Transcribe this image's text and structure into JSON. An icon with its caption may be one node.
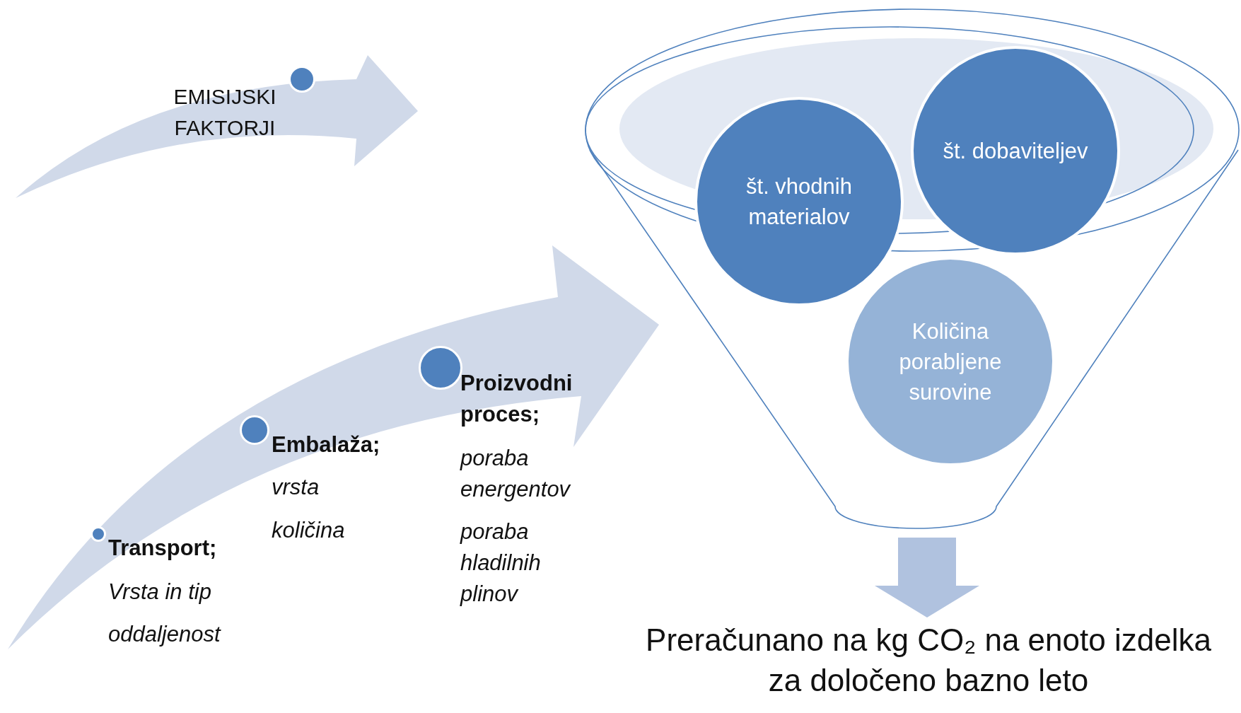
{
  "diagram": {
    "nodes": [
      {
        "text": [
          "EMISIJSKI FAKTORJI"
        ]
      },
      {
        "text": [],
        "shape": "arrow"
      },
      {
        "text": [],
        "shape": "funnel"
      },
      {
        "text": [
          "št. vhodnih materialov"
        ],
        "in": 2
      },
      {
        "text": [
          "št. dobaviteljev"
        ],
        "in": 2
      },
      {
        "text": [
          "Količina porabljene surovine"
        ],
        "in": 2
      },
      {
        "text": [
          "Preračunano na kg CO₂ na enoto izdelka za določeno bazno leto"
        ]
      }
    ],
    "edges": [
      {
        "from": 2,
        "to": 6,
        "arrow": "to",
        "style": "thick"
      }
    ],
    "labels": [
      "Proizvodni proces;",
      "poraba energentov",
      "poraba hladilnih plinov",
      "Embalaža;",
      "vrsta",
      "količina",
      "Transport;",
      "Vrsta in tip",
      "oddaljenost"
    ]
  }
}
